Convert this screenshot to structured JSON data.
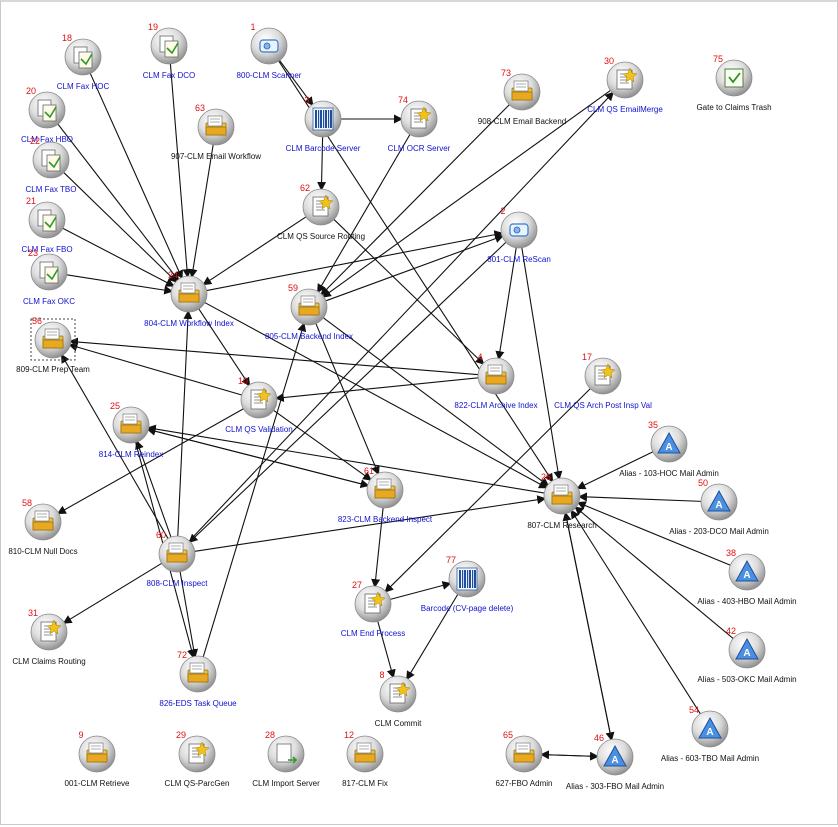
{
  "colors": {
    "label_blue": "#1010d0",
    "label_black": "#111111",
    "id_red": "#e01010",
    "edge": "#111111"
  },
  "nodes": [
    {
      "id": "n1",
      "num": "1",
      "label": "800-CLM  Scanner",
      "icon": "scanner-icon",
      "color": "blue"
    },
    {
      "id": "n3",
      "num": "3",
      "label": "CLM  Barcode  Server",
      "icon": "barcode-icon",
      "color": "blue"
    },
    {
      "id": "n74",
      "num": "74",
      "label": "CLM  OCR Server",
      "icon": "script-icon",
      "color": "blue"
    },
    {
      "id": "n18",
      "num": "18",
      "label": "CLM  Fax HOC",
      "icon": "fax-icon",
      "color": "blue"
    },
    {
      "id": "n19",
      "num": "19",
      "label": "CLM  Fax DCO",
      "icon": "fax-icon",
      "color": "blue"
    },
    {
      "id": "n20",
      "num": "20",
      "label": "CLM  Fax HBO",
      "icon": "fax-icon",
      "color": "blue"
    },
    {
      "id": "n22",
      "num": "22",
      "label": "CLM  Fax TBO",
      "icon": "fax-icon",
      "color": "blue"
    },
    {
      "id": "n21",
      "num": "21",
      "label": "CLM  Fax FBO",
      "icon": "fax-icon",
      "color": "blue"
    },
    {
      "id": "n23",
      "num": "23",
      "label": "CLM  Fax OKC",
      "icon": "fax-icon",
      "color": "blue"
    },
    {
      "id": "n63",
      "num": "63",
      "label": "907-CLM  Email Workflow",
      "icon": "folder-icon",
      "color": "black"
    },
    {
      "id": "n73",
      "num": "73",
      "label": "908-CLM  Email Backend",
      "icon": "folder-icon",
      "color": "black"
    },
    {
      "id": "n30",
      "num": "30",
      "label": "CLM  QS EmailMerge",
      "icon": "script-icon",
      "color": "blue"
    },
    {
      "id": "n75",
      "num": "75",
      "label": "Gate to Claims Trash",
      "icon": "trash-icon",
      "color": "black"
    },
    {
      "id": "n62",
      "num": "62",
      "label": "CLM QS Source  Routing",
      "icon": "script-icon",
      "color": "black"
    },
    {
      "id": "n2",
      "num": "2",
      "label": "801-CLM  ReScan",
      "icon": "scanner-icon",
      "color": "blue"
    },
    {
      "id": "n24",
      "num": "24",
      "label": "804-CLM  Workflow  Index",
      "icon": "folder-icon",
      "color": "blue"
    },
    {
      "id": "n59",
      "num": "59",
      "label": "805-CLM  Backend  Index",
      "icon": "folder-icon",
      "color": "blue"
    },
    {
      "id": "n56",
      "num": "56",
      "label": "809-CLM  Prep Team",
      "icon": "folder-icon",
      "color": "black"
    },
    {
      "id": "n4",
      "num": "4",
      "label": "822-CLM  Archive  Index",
      "icon": "folder-icon",
      "color": "blue"
    },
    {
      "id": "n17",
      "num": "17",
      "label": "CLM  QS Arch Post Insp Val",
      "icon": "script-icon",
      "color": "blue"
    },
    {
      "id": "n10",
      "num": "10",
      "label": "CLM  QS Validation",
      "icon": "script-icon",
      "color": "blue"
    },
    {
      "id": "n25",
      "num": "25",
      "label": "814-CLM  Reindex",
      "icon": "folder-icon",
      "color": "blue"
    },
    {
      "id": "n35",
      "num": "35",
      "label": "Alias - 103-HOC  Mail Admin",
      "icon": "alias-icon",
      "color": "black"
    },
    {
      "id": "n26",
      "num": "26",
      "label": "807-CLM  Research",
      "icon": "folder-icon",
      "color": "black"
    },
    {
      "id": "n50",
      "num": "50",
      "label": "Alias - 203-DCO  Mail Admin",
      "icon": "alias-icon",
      "color": "black"
    },
    {
      "id": "n61",
      "num": "61",
      "label": "823-CLM  Backend  Inspect",
      "icon": "folder-icon",
      "color": "blue"
    },
    {
      "id": "n58",
      "num": "58",
      "label": "810-CLM  Null Docs",
      "icon": "folder-icon",
      "color": "black"
    },
    {
      "id": "n60",
      "num": "60",
      "label": "808-CLM  Inspect",
      "icon": "folder-icon",
      "color": "blue"
    },
    {
      "id": "n38",
      "num": "38",
      "label": "Alias - 403-HBO  Mail Admin",
      "icon": "alias-icon",
      "color": "black"
    },
    {
      "id": "n27",
      "num": "27",
      "label": "CLM  End Process",
      "icon": "script-icon",
      "color": "blue"
    },
    {
      "id": "n77",
      "num": "77",
      "label": "Barcode  (CV-page  delete)",
      "icon": "barcode-icon",
      "color": "blue"
    },
    {
      "id": "n31",
      "num": "31",
      "label": "CLM Claims  Routing",
      "icon": "script-icon",
      "color": "black"
    },
    {
      "id": "n42",
      "num": "42",
      "label": "Alias - 503-OKC  Mail Admin",
      "icon": "alias-icon",
      "color": "black"
    },
    {
      "id": "n72",
      "num": "72",
      "label": "826-EDS  Task Queue",
      "icon": "folder-icon",
      "color": "blue"
    },
    {
      "id": "n8",
      "num": "8",
      "label": "CLM  Commit",
      "icon": "script-icon",
      "color": "black"
    },
    {
      "id": "n54",
      "num": "54",
      "label": "Alias - 603-TBO  Mail Admin",
      "icon": "alias-icon",
      "color": "black"
    },
    {
      "id": "n9",
      "num": "9",
      "label": "001-CLM  Retrieve",
      "icon": "folder-icon",
      "color": "black"
    },
    {
      "id": "n29",
      "num": "29",
      "label": "CLM  QS-ParcGen",
      "icon": "script-icon",
      "color": "black"
    },
    {
      "id": "n28",
      "num": "28",
      "label": "CLM  Import  Server",
      "icon": "import-icon",
      "color": "black"
    },
    {
      "id": "n12",
      "num": "12",
      "label": "817-CLM  Fix",
      "icon": "folder-icon",
      "color": "black"
    },
    {
      "id": "n65",
      "num": "65",
      "label": "627-FBO  Admin",
      "icon": "folder-icon",
      "color": "black"
    },
    {
      "id": "n46",
      "num": "46",
      "label": "Alias - 303-FBO  Mail Admin",
      "icon": "alias-icon",
      "color": "black"
    }
  ],
  "edges": [
    [
      "n1",
      "n3"
    ],
    [
      "n3",
      "n74"
    ],
    [
      "n3",
      "n62"
    ],
    [
      "n1",
      "n26"
    ],
    [
      "n18",
      "n24"
    ],
    [
      "n19",
      "n24"
    ],
    [
      "n20",
      "n24"
    ],
    [
      "n22",
      "n24"
    ],
    [
      "n21",
      "n24"
    ],
    [
      "n23",
      "n24"
    ],
    [
      "n63",
      "n24"
    ],
    [
      "n62",
      "n24"
    ],
    [
      "n62",
      "n4"
    ],
    [
      "n74",
      "n59"
    ],
    [
      "n30",
      "n59"
    ],
    [
      "n73",
      "n59"
    ],
    [
      "n24",
      "n2"
    ],
    [
      "n24",
      "n10"
    ],
    [
      "n24",
      "n26"
    ],
    [
      "n59",
      "n2"
    ],
    [
      "n59",
      "n61"
    ],
    [
      "n59",
      "n26"
    ],
    [
      "n2",
      "n4"
    ],
    [
      "n2",
      "n60"
    ],
    [
      "n2",
      "n26"
    ],
    [
      "n4",
      "n56"
    ],
    [
      "n4",
      "n10"
    ],
    [
      "n10",
      "n56"
    ],
    [
      "n10",
      "n58"
    ],
    [
      "n10",
      "n61"
    ],
    [
      "n25",
      "n61"
    ],
    [
      "n61",
      "n25"
    ],
    [
      "n26",
      "n25"
    ],
    [
      "n60",
      "n25"
    ],
    [
      "n60",
      "n56"
    ],
    [
      "n60",
      "n31"
    ],
    [
      "n60",
      "n24"
    ],
    [
      "n60",
      "n72"
    ],
    [
      "n60",
      "n26"
    ],
    [
      "n60",
      "n30"
    ],
    [
      "n72",
      "n59"
    ],
    [
      "n25",
      "n72"
    ],
    [
      "n17",
      "n27"
    ],
    [
      "n61",
      "n27"
    ],
    [
      "n27",
      "n77"
    ],
    [
      "n27",
      "n8"
    ],
    [
      "n77",
      "n8"
    ],
    [
      "n35",
      "n26"
    ],
    [
      "n50",
      "n26"
    ],
    [
      "n38",
      "n26"
    ],
    [
      "n42",
      "n26"
    ],
    [
      "n54",
      "n26"
    ],
    [
      "n46",
      "n26"
    ],
    [
      "n26",
      "n46"
    ],
    [
      "n65",
      "n46"
    ],
    [
      "n46",
      "n65"
    ]
  ]
}
